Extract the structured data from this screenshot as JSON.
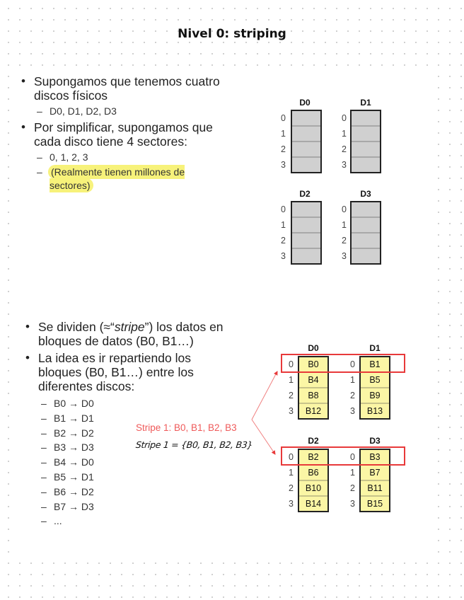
{
  "title": "Nivel 0: striping",
  "slide1": {
    "bullets": [
      {
        "text": "Supongamos que tenemos cuatro discos físicos",
        "sub": [
          "D0, D1, D2, D3"
        ]
      },
      {
        "text": "Por simplificar, supongamos que cada disco tiene 4 sectores:",
        "sub": [
          "0, 1, 2, 3",
          "(Realmente tienen millones de sectores)"
        ]
      }
    ],
    "highlighted_sub": "(Realmente tienen millones de sectores)",
    "disks": [
      {
        "label": "D0",
        "sectors": [
          "0",
          "1",
          "2",
          "3"
        ],
        "cells": [
          "",
          "",
          "",
          ""
        ]
      },
      {
        "label": "D1",
        "sectors": [
          "0",
          "1",
          "2",
          "3"
        ],
        "cells": [
          "",
          "",
          "",
          ""
        ]
      },
      {
        "label": "D2",
        "sectors": [
          "0",
          "1",
          "2",
          "3"
        ],
        "cells": [
          "",
          "",
          "",
          ""
        ]
      },
      {
        "label": "D3",
        "sectors": [
          "0",
          "1",
          "2",
          "3"
        ],
        "cells": [
          "",
          "",
          "",
          ""
        ]
      }
    ]
  },
  "slide2": {
    "bullets": [
      {
        "text_before": "Se dividen (≈“",
        "text_italic": "stripe",
        "text_after": "”) los datos en bloques de datos (B0, B1…)"
      },
      {
        "text": "La idea es ir repartiendo los bloques (B0, B1…) entre los diferentes discos:",
        "sub": [
          "B0 → D0",
          "B1 → D1",
          "B2 → D2",
          "B3 → D3",
          "B4 → D0",
          "B5 → D1",
          "B6 → D2",
          "B7 → D3",
          "..."
        ]
      }
    ],
    "disks": [
      {
        "label": "D0",
        "sectors": [
          "0",
          "1",
          "2",
          "3"
        ],
        "cells": [
          "B0",
          "B4",
          "B8",
          "B12"
        ]
      },
      {
        "label": "D1",
        "sectors": [
          "0",
          "1",
          "2",
          "3"
        ],
        "cells": [
          "B1",
          "B5",
          "B9",
          "B13"
        ]
      },
      {
        "label": "D2",
        "sectors": [
          "0",
          "1",
          "2",
          "3"
        ],
        "cells": [
          "B2",
          "B6",
          "B10",
          "B14"
        ]
      },
      {
        "label": "D3",
        "sectors": [
          "0",
          "1",
          "2",
          "3"
        ],
        "cells": [
          "B3",
          "B7",
          "B11",
          "B15"
        ]
      }
    ],
    "stripe_label": "Stripe 1: B0, B1, B2, B3",
    "handwritten_note": "Stripe 1 = {B0, B1, B2, B3}",
    "colors": {
      "stripe_red": "#e8393a",
      "highlight_yellow": "#f7f27a",
      "block_yellow": "#fbf6a5",
      "sector_gray": "#d0d0d0"
    }
  }
}
